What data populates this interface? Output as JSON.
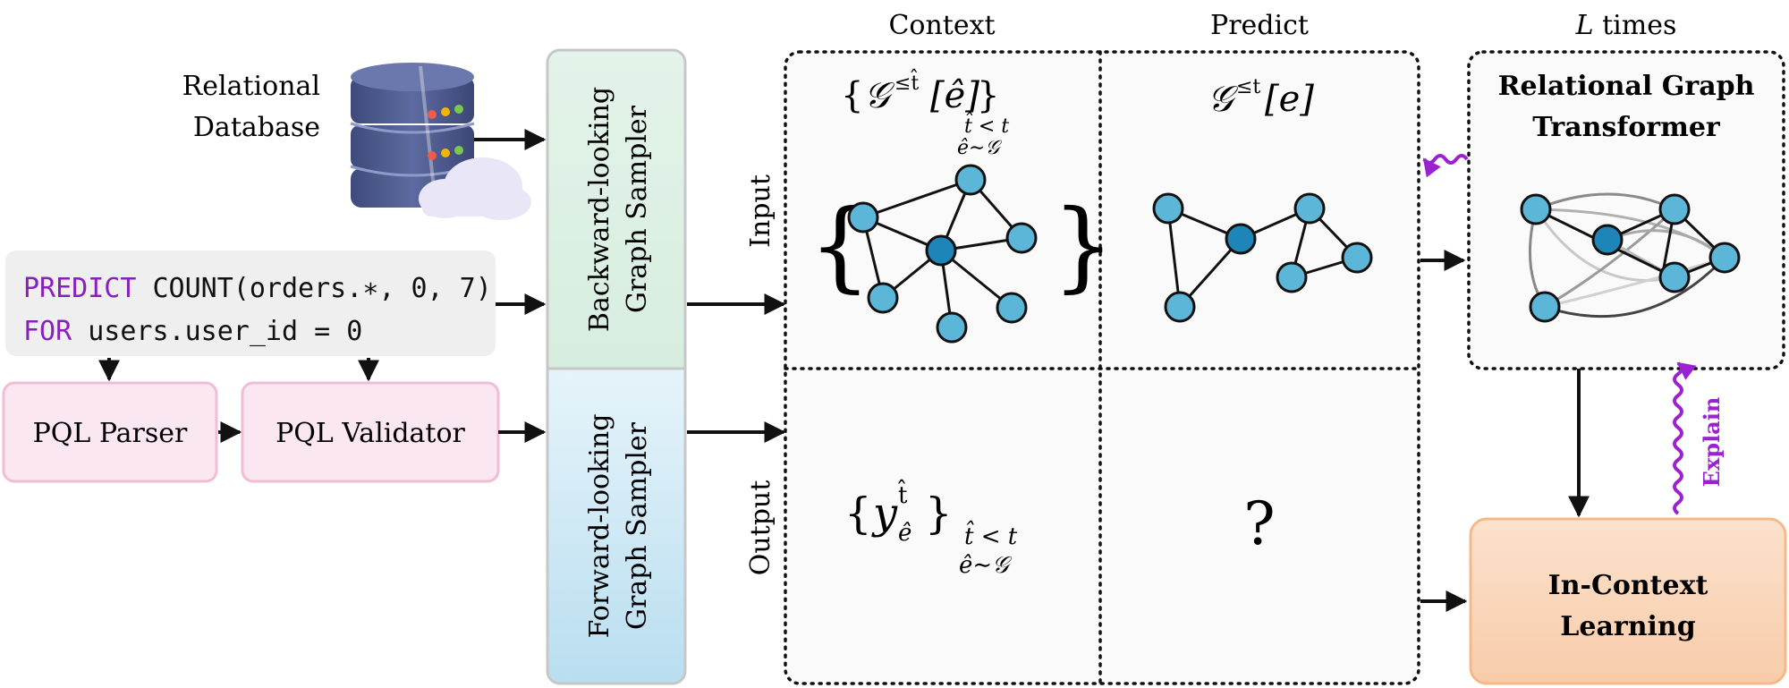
{
  "db_label": [
    "Relational",
    "Database"
  ],
  "pql_query": {
    "line1_keyword": "PREDICT",
    "line1_rest": "COUNT(orders.∗, 0, 7)",
    "line2_keyword": "FOR",
    "line2_rest": "users.user_id = 0"
  },
  "parser_label": "PQL Parser",
  "validator_label": "PQL Validator",
  "backward_sampler": [
    "Backward-looking",
    "Graph Sampler"
  ],
  "forward_sampler": [
    "Forward-looking",
    "Graph Sampler"
  ],
  "headers": {
    "context": "Context",
    "predict": "Predict",
    "l_times_var": "L",
    "l_times_rest": " times"
  },
  "row_labels": {
    "input": "Input",
    "output": "Output"
  },
  "math": {
    "context_input": {
      "open": "{",
      "G": "𝒢",
      "sup": "≤t̂",
      "arg": "[ê]",
      "close": "}",
      "sub1": "t̂ < t",
      "sub2": "ê∼𝒢"
    },
    "predict_input": {
      "G": "𝒢",
      "sup": "≤t",
      "arg": "[e]"
    },
    "context_output": {
      "open": "{",
      "y": "y",
      "sup": "t̂",
      "sub": "ê",
      "close": "}",
      "sub1": "t̂ < t",
      "sub2": "ê∼𝒢"
    },
    "predict_output": "?"
  },
  "rgt_label": [
    "Relational Graph",
    "Transformer"
  ],
  "icl_label": [
    "In-Context",
    "Learning"
  ],
  "explain_label": "Explain",
  "colors": {
    "node": "#5bb6d8",
    "node_center": "#1d85b7",
    "keyword": "#8a1fbd",
    "explain": "#9a22d0",
    "pql_box_fill": "#fbe7f1",
    "pql_box_stroke": "#f2bcd6",
    "query_bg": "#efefef",
    "icl_fill": "#fad7bf",
    "icl_stroke": "#f4b98b"
  }
}
